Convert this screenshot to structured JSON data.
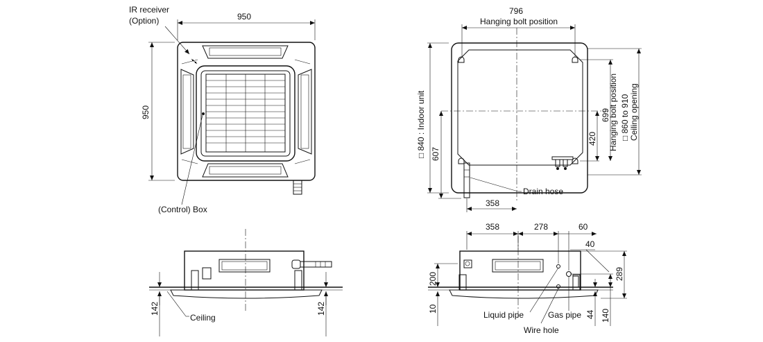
{
  "labels": {
    "ir_receiver_line1": "IR receiver",
    "ir_receiver_line2": "(Option)",
    "control_box": "(Control) Box",
    "hanging_bolt_position": "Hanging bolt position",
    "hanging_bolt_position_vertical": "Hanging bolt position",
    "indoor_unit": "□ 840 : Indoor unit",
    "ceiling_opening_size": "□ 860 to 910",
    "ceiling_opening": "Ceiling opening",
    "drain_hose": "Drain hose",
    "ceiling": "Ceiling",
    "liquid_pipe": "Liquid pipe",
    "gas_pipe": "Gas pipe",
    "wire_hole": "Wire hole"
  },
  "dimensions": {
    "top_width": "950",
    "top_height": "950",
    "bolt_width": "796",
    "bolt_height": "699",
    "drain_offset_vertical": "607",
    "pipe_offset_vertical": "420",
    "drain_offset_horizontal": "358",
    "side_left_142": "142",
    "side_right_142": "142",
    "right_358": "358",
    "right_278": "278",
    "right_60": "60",
    "right_40": "40",
    "right_289": "289",
    "right_200": "200",
    "right_10": "10",
    "right_44": "44",
    "right_140": "140"
  }
}
